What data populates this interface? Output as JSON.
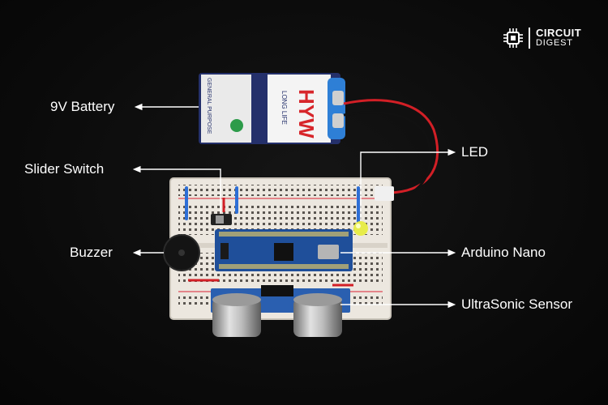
{
  "brand": {
    "line1": "CIRCUIT",
    "line2": "DIGEST"
  },
  "labels": {
    "battery": "9V Battery",
    "slider_switch": "Slider Switch",
    "buzzer": "Buzzer",
    "led": "LED",
    "arduino": "Arduino Nano",
    "sensor": "UltraSonic Sensor"
  },
  "battery_print": {
    "brand": "HYW",
    "tagline": "LONG LIFE",
    "side": "GENERAL PURPOSE"
  },
  "colors": {
    "background": "#0b0b0b",
    "breadboard": "#ece7df",
    "battery_blue": "#24306b",
    "nano_board": "#1f4f9a",
    "label_text": "#ffffff"
  },
  "icons": [
    "circuit-chip-icon",
    "arrow-left-icon",
    "arrow-right-icon"
  ]
}
